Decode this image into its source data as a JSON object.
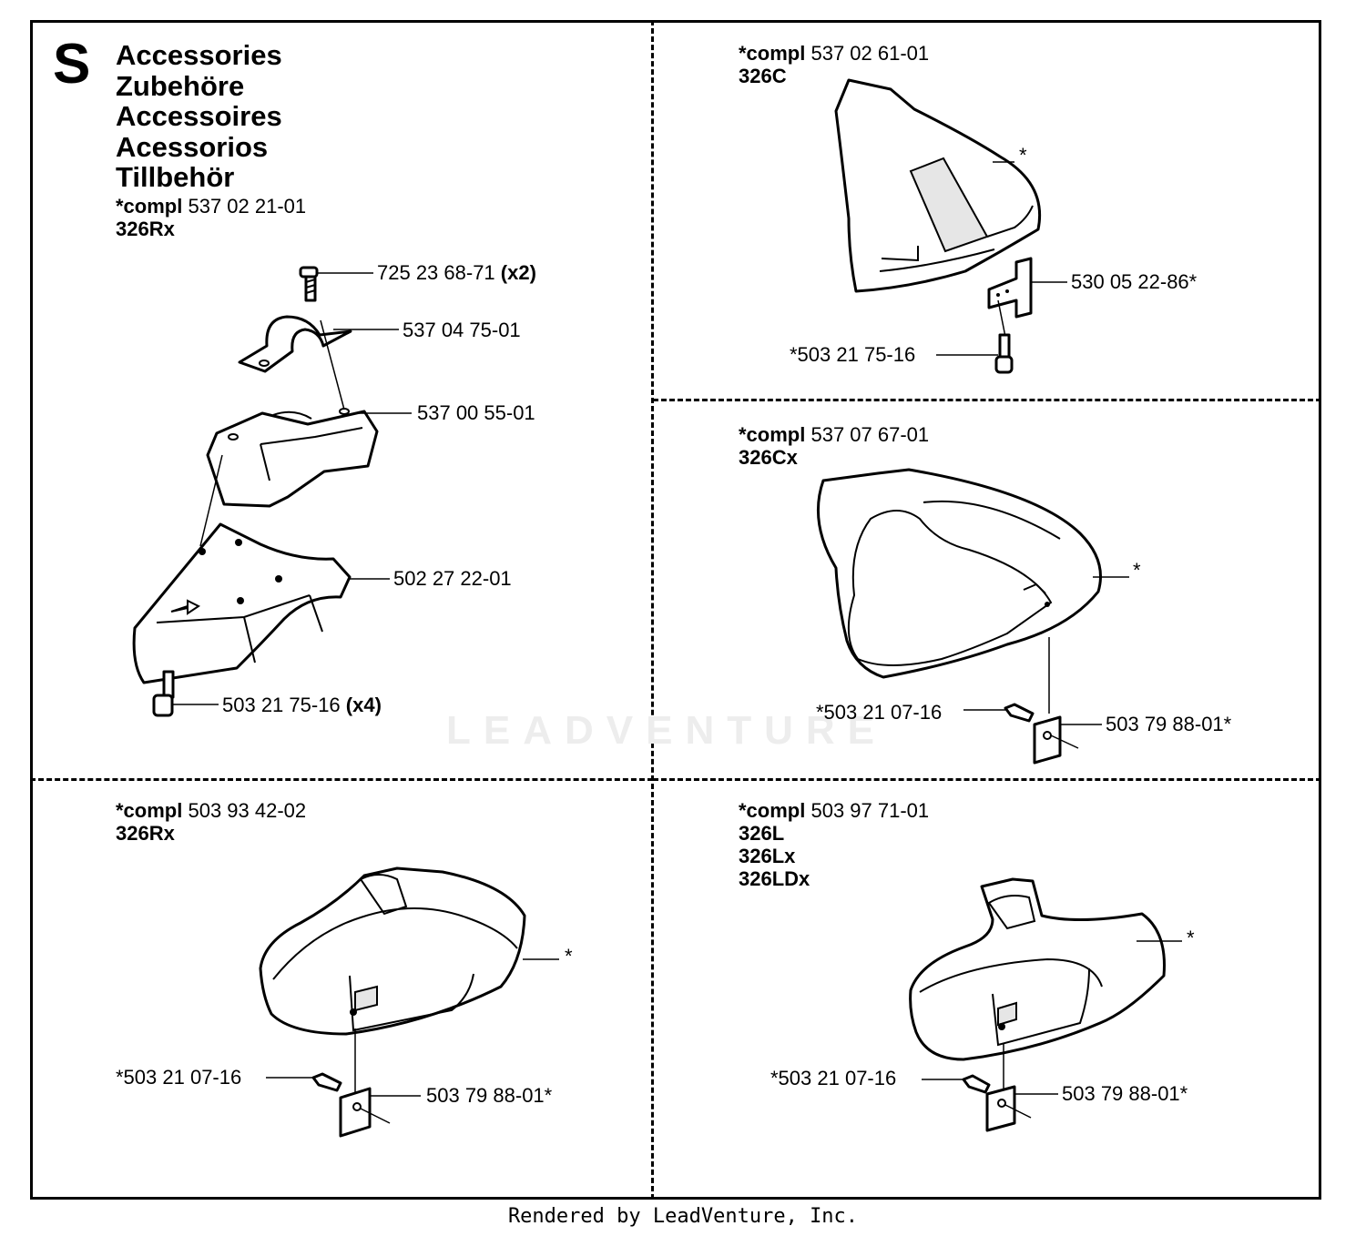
{
  "section_letter": "S",
  "titles": [
    "Accessories",
    "Zubehöre",
    "Accessoires",
    "Acessorios",
    "Tillbehör"
  ],
  "panels": {
    "top_left": {
      "compl_label": "*compl",
      "compl_number": "537 02 21-01",
      "models": [
        "326Rx"
      ],
      "parts": [
        {
          "number": "725 23 68-71",
          "qty": "(x2)"
        },
        {
          "number": "537 04 75-01",
          "qty": ""
        },
        {
          "number": "537 00 55-01",
          "qty": ""
        },
        {
          "number": "502 27 22-01",
          "qty": ""
        },
        {
          "number": "503 21 75-16",
          "qty": "(x4)"
        }
      ]
    },
    "top_right": {
      "compl_label": "*compl",
      "compl_number": "537 02 61-01",
      "models": [
        "326C"
      ],
      "parts": [
        {
          "number": "*",
          "qty": ""
        },
        {
          "number": "530 05 22-86*",
          "qty": ""
        },
        {
          "number": "*503 21 75-16",
          "qty": ""
        }
      ]
    },
    "middle_right": {
      "compl_label": "*compl",
      "compl_number": "537 07 67-01",
      "models": [
        "326Cx"
      ],
      "parts": [
        {
          "number": "*",
          "qty": ""
        },
        {
          "number": "*503 21 07-16",
          "qty": ""
        },
        {
          "number": "503 79 88-01*",
          "qty": ""
        }
      ]
    },
    "bottom_left": {
      "compl_label": "*compl",
      "compl_number": "503 93 42-02",
      "models": [
        "326Rx"
      ],
      "parts": [
        {
          "number": "*",
          "qty": ""
        },
        {
          "number": "*503 21 07-16",
          "qty": ""
        },
        {
          "number": "503 79 88-01*",
          "qty": ""
        }
      ]
    },
    "bottom_right": {
      "compl_label": "*compl",
      "compl_number": "503 97 71-01",
      "models": [
        "326L",
        "326Lx",
        "326LDx"
      ],
      "parts": [
        {
          "number": "*",
          "qty": ""
        },
        {
          "number": "*503 21 07-16",
          "qty": ""
        },
        {
          "number": "503 79 88-01*",
          "qty": ""
        }
      ]
    }
  },
  "watermark": "LEADVENTURE",
  "footer": "Rendered by LeadVenture, Inc."
}
